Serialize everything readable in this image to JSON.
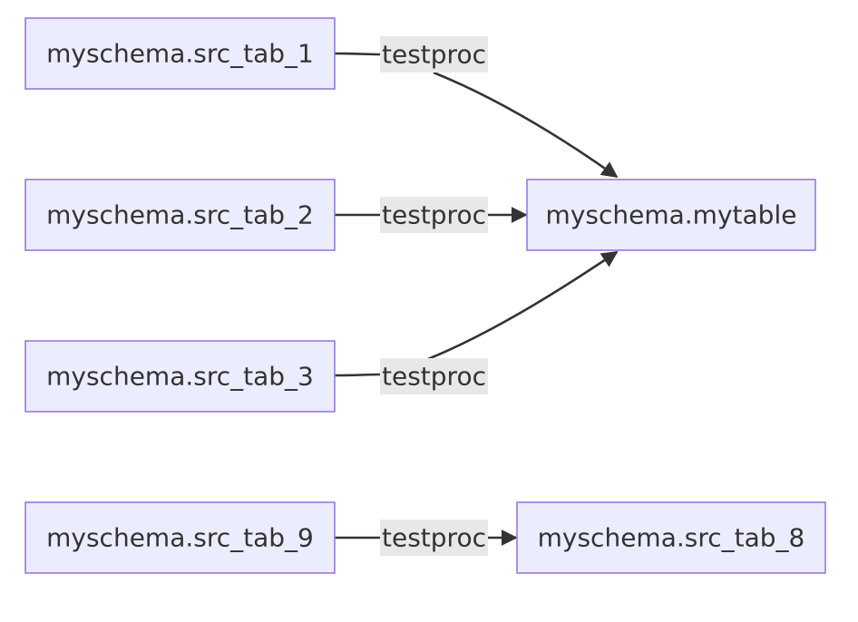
{
  "diagram": {
    "nodes": {
      "src1": {
        "label": "myschema.src_tab_1"
      },
      "src2": {
        "label": "myschema.src_tab_2"
      },
      "src3": {
        "label": "myschema.src_tab_3"
      },
      "mytable": {
        "label": "myschema.mytable"
      },
      "src9": {
        "label": "myschema.src_tab_9"
      },
      "src8": {
        "label": "myschema.src_tab_8"
      }
    },
    "edges": [
      {
        "from": "myschema.src_tab_1",
        "to": "myschema.mytable",
        "label": "testproc"
      },
      {
        "from": "myschema.src_tab_2",
        "to": "myschema.mytable",
        "label": "testproc"
      },
      {
        "from": "myschema.src_tab_3",
        "to": "myschema.mytable",
        "label": "testproc"
      },
      {
        "from": "myschema.src_tab_9",
        "to": "myschema.src_tab_8",
        "label": "testproc"
      }
    ],
    "colors": {
      "node_fill": "#ececff",
      "node_stroke": "#9370db",
      "edge": "#333333",
      "edge_label_bg": "#e8e8e8",
      "text": "#333333"
    }
  }
}
